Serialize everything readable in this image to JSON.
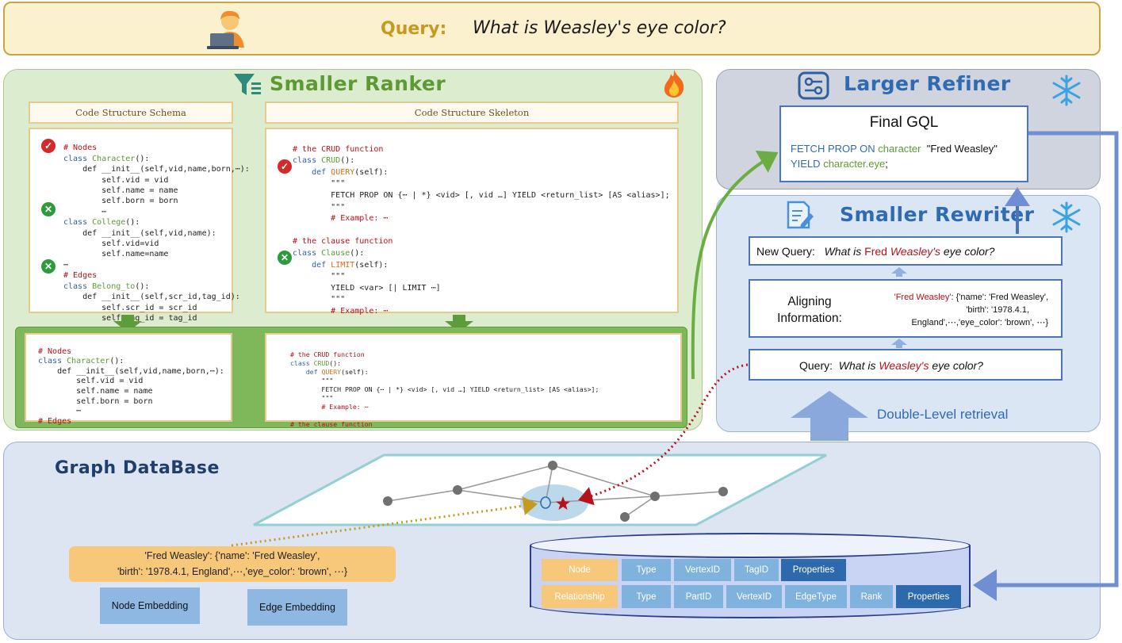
{
  "query_bar": {
    "label": "Query:",
    "question": "What is Weasley's eye color?"
  },
  "ranker": {
    "title": "Smaller Ranker",
    "schema_tab": "Code Structure Schema",
    "skeleton_tab": "Code Structure Skeleton",
    "schema_lines": {
      "l1": "# Nodes",
      "l2a": "class ",
      "l2b": "Character",
      "l2c": "():",
      "l3": "    def __init__(self,vid,name,born,⋯):",
      "l4": "        self.vid = vid",
      "l5": "        self.name = name",
      "l6": "        self.born = born",
      "l7": "        ⋯",
      "l8a": "class ",
      "l8b": "College",
      "l8c": "():",
      "l9": "    def __init__(self,vid,name):",
      "l10": "        self.vid=vid",
      "l11": "        self.name=name",
      "l12": "⋯",
      "l13": "# Edges",
      "l14a": "class ",
      "l14b": "Belong_to",
      "l14c": "():",
      "l15": "    def __init__(self,scr_id,tag_id):",
      "l16": "        self.scr_id = scr_id",
      "l17": "        self.tag_id = tag_id",
      "l18": "⋯"
    },
    "skeleton_lines": {
      "l1": "# the CRUD function",
      "l2a": "class ",
      "l2b": "CRUD",
      "l2c": "():",
      "l3a": "    def ",
      "l3b": "QUERY",
      "l3c": "(self):",
      "l4": "        \"\"\"",
      "l5": "        FETCH PROP ON {⋯ | *} <vid> [, vid …] YIELD <return_list> [AS <alias>];",
      "l6": "        \"\"\"",
      "l7": "        # Example: ⋯",
      "l8": "# the clause function",
      "l9a": "class ",
      "l9b": "Clause",
      "l9c": "():",
      "l10a": "    def ",
      "l10b": "LIMIT",
      "l10c": "(self):",
      "l11": "        \"\"\"",
      "l12": "        YIELD <var> [| LIMIT ⋯]",
      "l13": "        \"\"\"",
      "l14": "        # Example: ⋯"
    },
    "result_schema": {
      "l1": "# Nodes",
      "l2a": "class ",
      "l2b": "Character",
      "l2c": "():",
      "l3": "    def __init__(self,vid,name,born,⋯):",
      "l4": "        self.vid = vid",
      "l5": "        self.name = name",
      "l6": "        self.born = born",
      "l7": "        ⋯",
      "l8": "# Edges"
    },
    "result_skeleton": {
      "l1": "# the CRUD function",
      "l2a": "class ",
      "l2b": "CRUD",
      "l2c": "():",
      "l3a": "    def ",
      "l3b": "QUERY",
      "l3c": "(self):",
      "l4": "        \"\"\"",
      "l5": "        FETCH PROP ON {⋯ | *} <vid> [, vid …] YIELD <return_list> [AS <alias>];",
      "l6": "        \"\"\"",
      "l7": "        # Example: ⋯",
      "l8": "# the clause function"
    }
  },
  "refiner": {
    "title": "Larger Refiner",
    "final_title": "Final GQL",
    "gql_1a": "FETCH PROP ON ",
    "gql_1b": "character",
    "gql_1c": "\"Fred Weasley\"",
    "gql_2a": "YIELD ",
    "gql_2b": "character.eye",
    "gql_2c": ";"
  },
  "rewriter": {
    "title": "Smaller Rewriter",
    "new_query_label": "New Query:",
    "new_query_a": "What is ",
    "new_query_b": "Fred",
    "new_query_c": "Weasley's",
    "new_query_d": " eye color?",
    "aligning_label_1": "Aligning",
    "aligning_label_2": "Information:",
    "aligning_1a": "'Fred Weasley'",
    "aligning_1b": ": {'name': 'Fred Weasley',",
    "aligning_2": "'birth': '1978.4.1,",
    "aligning_3": "England',⋯,'eye_color': 'brown', ⋯}",
    "query_label": "Query:",
    "query_a": "What is ",
    "query_b": "Weasley's",
    "query_c": " eye color?",
    "retrieval_label": "Double-Level retrieval"
  },
  "graphdb": {
    "title": "Graph DataBase",
    "entity_text_1": "'Fred Weasley': {'name': 'Fred Weasley',",
    "entity_text_2": "'birth': '1978.4.1, England',⋯,'eye_color': 'brown', ⋯}",
    "node_embedding": "Node Embedding",
    "edge_embedding": "Edge Embedding",
    "table": {
      "node_label": "Node",
      "node_cells": [
        "Type",
        "VertexID",
        "TagID",
        "Properties"
      ],
      "rel_label": "Relationship",
      "rel_cells": [
        "Type",
        "PartID",
        "VertexID",
        "EdgeType",
        "Rank",
        "Properties"
      ]
    }
  },
  "colors": {
    "ranker_green": "#5d9a35",
    "refiner_blue": "#2f6bb3",
    "arrow_blue": "#6f8fd2",
    "highlight_red": "#b5121b",
    "query_gold": "#c79a1e"
  }
}
